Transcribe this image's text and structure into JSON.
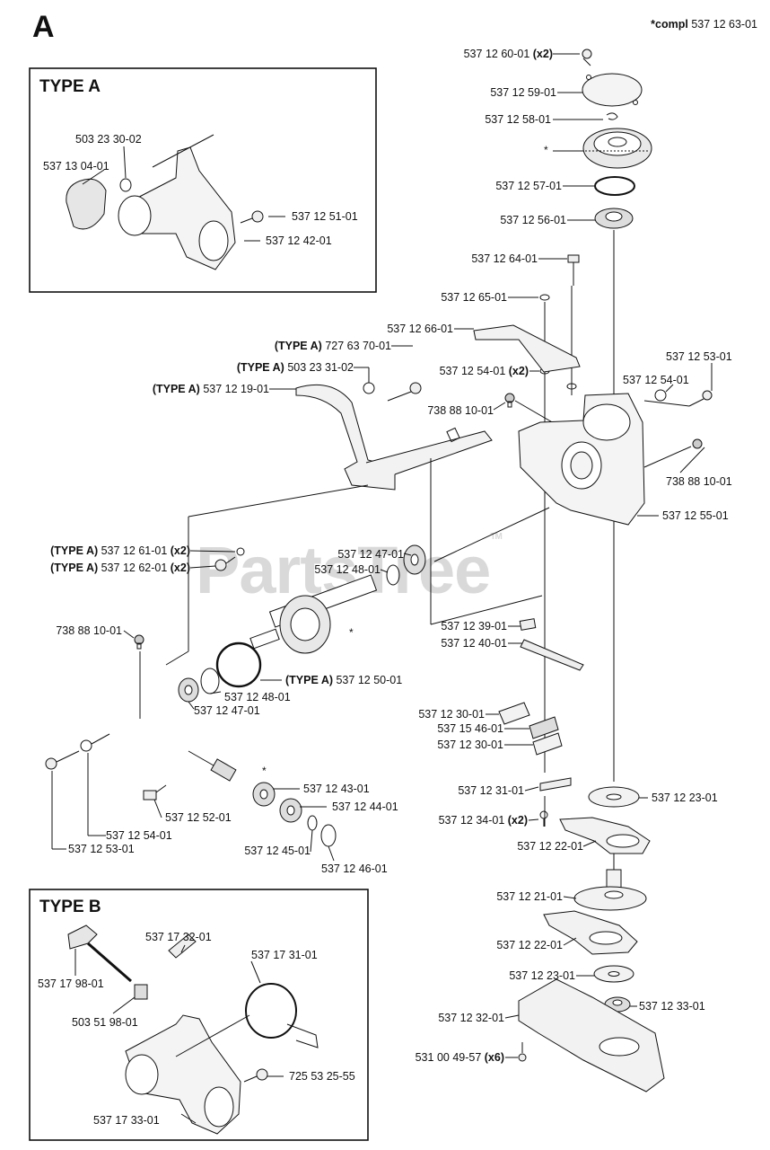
{
  "diagram": {
    "section_letter": "A",
    "compl_label": "*compl",
    "compl_number": "537 12 63-01",
    "watermark": "PartsTree",
    "watermark_tm": "TM",
    "type_a_title": "TYPE A",
    "type_b_title": "TYPE B",
    "star": "*",
    "colors": {
      "line": "#111111",
      "part_fill": "#f2f2f2",
      "shade": "#bdbdbd",
      "watermark": "#d9d9d9"
    }
  },
  "labels": [
    {
      "id": "p1",
      "pre": "",
      "num": "537 12 60-01",
      "post": "(x2)"
    },
    {
      "id": "p2",
      "pre": "",
      "num": "537 12 59-01",
      "post": ""
    },
    {
      "id": "p3",
      "pre": "",
      "num": "537 12 58-01",
      "post": ""
    },
    {
      "id": "p4",
      "pre": "",
      "num": "537 12 57-01",
      "post": ""
    },
    {
      "id": "p5",
      "pre": "",
      "num": "537 12 56-01",
      "post": ""
    },
    {
      "id": "p6",
      "pre": "",
      "num": "537 12 64-01",
      "post": ""
    },
    {
      "id": "p7",
      "pre": "",
      "num": "537 12 65-01",
      "post": ""
    },
    {
      "id": "p8",
      "pre": "",
      "num": "537 12 66-01",
      "post": ""
    },
    {
      "id": "p9",
      "pre": "",
      "num": "537 12 54-01",
      "post": "(x2)"
    },
    {
      "id": "p10",
      "pre": "",
      "num": "738 88 10-01",
      "post": ""
    },
    {
      "id": "p11",
      "pre": "",
      "num": "537 12 53-01",
      "post": ""
    },
    {
      "id": "p12",
      "pre": "",
      "num": "537 12 54-01",
      "post": ""
    },
    {
      "id": "p13",
      "pre": "",
      "num": "738 88 10-01",
      "post": ""
    },
    {
      "id": "p14",
      "pre": "",
      "num": "537 12 55-01",
      "post": ""
    },
    {
      "id": "p15",
      "pre": "(TYPE A)",
      "num": "727 63 70-01",
      "post": ""
    },
    {
      "id": "p16",
      "pre": "(TYPE A)",
      "num": "503 23 31-02",
      "post": ""
    },
    {
      "id": "p17",
      "pre": "(TYPE A)",
      "num": "537 12 19-01",
      "post": ""
    },
    {
      "id": "p18",
      "pre": "(TYPE A)",
      "num": "537 12 61-01",
      "post": "(x2)"
    },
    {
      "id": "p19",
      "pre": "(TYPE A)",
      "num": "537 12 62-01",
      "post": "(x2)"
    },
    {
      "id": "p20",
      "pre": "",
      "num": "537 12 47-01",
      "post": ""
    },
    {
      "id": "p21",
      "pre": "",
      "num": "537 12 48-01",
      "post": ""
    },
    {
      "id": "p22",
      "pre": "",
      "num": "738 88 10-01",
      "post": ""
    },
    {
      "id": "p23",
      "pre": "",
      "num": "537 12 39-01",
      "post": ""
    },
    {
      "id": "p24",
      "pre": "",
      "num": "537 12 40-01",
      "post": ""
    },
    {
      "id": "p25",
      "pre": "(TYPE A)",
      "num": "537 12 50-01",
      "post": ""
    },
    {
      "id": "p26",
      "pre": "",
      "num": "537 12 48-01",
      "post": ""
    },
    {
      "id": "p27",
      "pre": "",
      "num": "537 12 47-01",
      "post": ""
    },
    {
      "id": "p28",
      "pre": "",
      "num": "537 12 30-01",
      "post": ""
    },
    {
      "id": "p29",
      "pre": "",
      "num": "537 15 46-01",
      "post": ""
    },
    {
      "id": "p30",
      "pre": "",
      "num": "537 12 30-01",
      "post": ""
    },
    {
      "id": "p31",
      "pre": "",
      "num": "537 12 43-01",
      "post": ""
    },
    {
      "id": "p32",
      "pre": "",
      "num": "537 12 44-01",
      "post": ""
    },
    {
      "id": "p33",
      "pre": "",
      "num": "537 12 31-01",
      "post": ""
    },
    {
      "id": "p34",
      "pre": "",
      "num": "537 12 23-01",
      "post": ""
    },
    {
      "id": "p35",
      "pre": "",
      "num": "537 12 52-01",
      "post": ""
    },
    {
      "id": "p36",
      "pre": "",
      "num": "537 12 34-01",
      "post": "(x2)"
    },
    {
      "id": "p37",
      "pre": "",
      "num": "537 12 54-01",
      "post": ""
    },
    {
      "id": "p38",
      "pre": "",
      "num": "537 12 22-01",
      "post": ""
    },
    {
      "id": "p39",
      "pre": "",
      "num": "537 12 53-01",
      "post": ""
    },
    {
      "id": "p40",
      "pre": "",
      "num": "537 12 45-01",
      "post": ""
    },
    {
      "id": "p41",
      "pre": "",
      "num": "537 12 46-01",
      "post": ""
    },
    {
      "id": "p42",
      "pre": "",
      "num": "537 12 21-01",
      "post": ""
    },
    {
      "id": "p43",
      "pre": "",
      "num": "537 12 22-01",
      "post": ""
    },
    {
      "id": "p44",
      "pre": "",
      "num": "537 12 23-01",
      "post": ""
    },
    {
      "id": "p45",
      "pre": "",
      "num": "537 12 33-01",
      "post": ""
    },
    {
      "id": "p46",
      "pre": "",
      "num": "537 12 32-01",
      "post": ""
    },
    {
      "id": "p47",
      "pre": "",
      "num": "531 00 49-57",
      "post": "(x6)"
    },
    {
      "id": "a1",
      "pre": "",
      "num": "503 23 30-02",
      "post": ""
    },
    {
      "id": "a2",
      "pre": "",
      "num": "537 13 04-01",
      "post": ""
    },
    {
      "id": "a3",
      "pre": "",
      "num": "537 12 51-01",
      "post": ""
    },
    {
      "id": "a4",
      "pre": "",
      "num": "537 12 42-01",
      "post": ""
    },
    {
      "id": "b1",
      "pre": "",
      "num": "537 17 32-01",
      "post": ""
    },
    {
      "id": "b2",
      "pre": "",
      "num": "537 17 31-01",
      "post": ""
    },
    {
      "id": "b3",
      "pre": "",
      "num": "537 17 98-01",
      "post": ""
    },
    {
      "id": "b4",
      "pre": "",
      "num": "503 51 98-01",
      "post": ""
    },
    {
      "id": "b5",
      "pre": "",
      "num": "725 53 25-55",
      "post": ""
    },
    {
      "id": "b6",
      "pre": "",
      "num": "537 17 33-01",
      "post": ""
    }
  ]
}
